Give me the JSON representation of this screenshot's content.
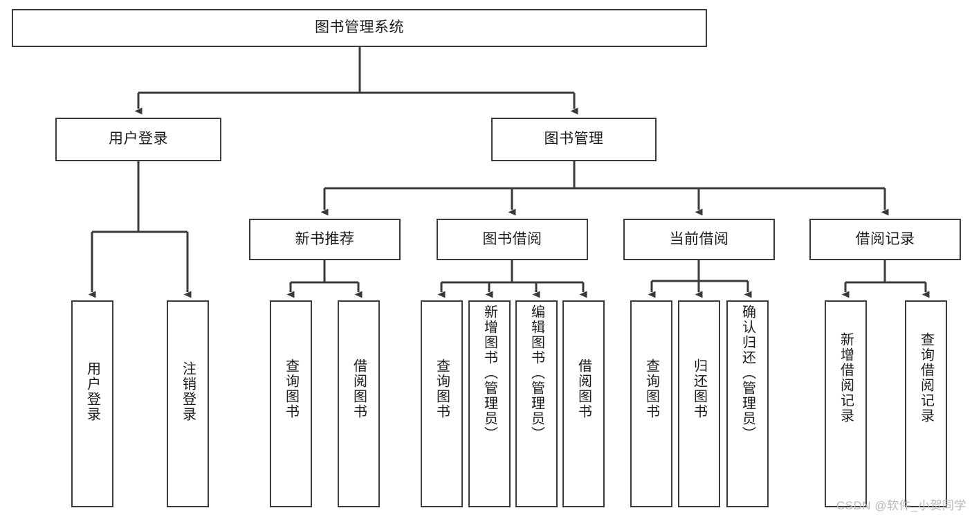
{
  "diagram": {
    "title": "图书管理系统",
    "type": "tree-hierarchy",
    "stroke_color": "#3a3a3a",
    "text_color": "#1c1c1c",
    "background": "#ffffff",
    "nodes": {
      "root": {
        "label": "图书管理系统"
      },
      "level2": [
        {
          "id": "user-login",
          "label": "用户登录"
        },
        {
          "id": "book-manage",
          "label": "图书管理"
        }
      ],
      "level3": [
        {
          "id": "new-book-rec",
          "label": "新书推荐"
        },
        {
          "id": "book-borrow",
          "label": "图书借阅"
        },
        {
          "id": "current-borrow",
          "label": "当前借阅"
        },
        {
          "id": "borrow-record",
          "label": "借阅记录"
        }
      ],
      "leaves": [
        {
          "id": "leaf-user-login",
          "label": "用户登录",
          "parent": "user-login"
        },
        {
          "id": "leaf-logout",
          "label": "注销登录",
          "parent": "user-login"
        },
        {
          "id": "leaf-query-book-1",
          "label": "查询图书",
          "parent": "new-book-rec"
        },
        {
          "id": "leaf-borrow-book-1",
          "label": "借阅图书",
          "parent": "new-book-rec"
        },
        {
          "id": "leaf-query-book-2",
          "label": "查询图书",
          "parent": "book-borrow"
        },
        {
          "id": "leaf-add-book",
          "label": "新增图书（管理员）",
          "parent": "book-borrow"
        },
        {
          "id": "leaf-edit-book",
          "label": "编辑图书（管理员）",
          "parent": "book-borrow"
        },
        {
          "id": "leaf-borrow-book-2",
          "label": "借阅图书",
          "parent": "book-borrow"
        },
        {
          "id": "leaf-query-book-3",
          "label": "查询图书",
          "parent": "current-borrow"
        },
        {
          "id": "leaf-return-book",
          "label": "归还图书",
          "parent": "current-borrow"
        },
        {
          "id": "leaf-confirm-return",
          "label": "确认归还（管理员）",
          "parent": "current-borrow"
        },
        {
          "id": "leaf-add-record",
          "label": "新增借阅记录",
          "parent": "borrow-record"
        },
        {
          "id": "leaf-query-record",
          "label": "查询借阅记录",
          "parent": "borrow-record"
        }
      ]
    },
    "watermark": "CSDN @软件_小贺同学"
  }
}
